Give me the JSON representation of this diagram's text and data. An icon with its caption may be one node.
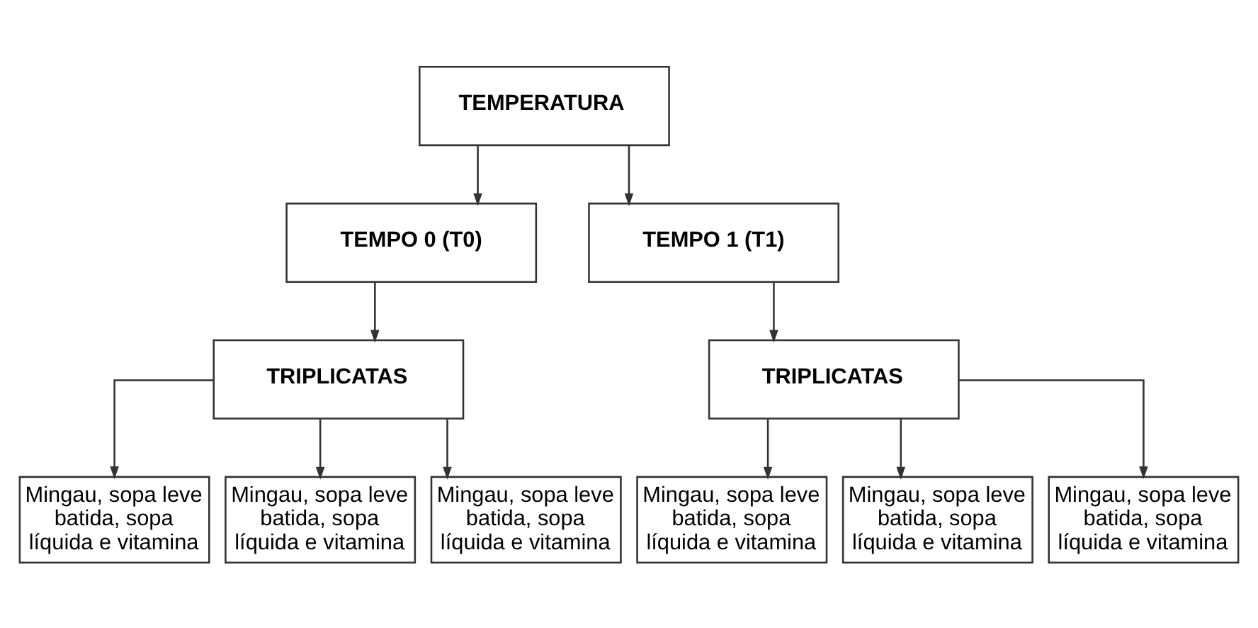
{
  "diagram": {
    "nodes": [
      {
        "text": [
          "TEMPERATURA"
        ]
      },
      {
        "text": [
          "TEMPO 0 (T0)"
        ]
      },
      {
        "text": [
          "TEMPO 1 (T1)"
        ]
      },
      {
        "text": [
          "TRIPLICATAS"
        ]
      },
      {
        "text": [
          "TRIPLICATAS"
        ]
      },
      {
        "text": [
          "Mingau, sopa leve batida, sopa líquida e vitamina"
        ]
      },
      {
        "text": [
          "Mingau, sopa leve batida, sopa líquida e vitamina"
        ]
      },
      {
        "text": [
          "Mingau, sopa leve batida, sopa líquida e vitamina"
        ]
      },
      {
        "text": [
          "Mingau, sopa leve batida, sopa líquida e vitamina"
        ]
      },
      {
        "text": [
          "Mingau, sopa leve batida, sopa líquida e vitamina"
        ]
      },
      {
        "text": [
          "Mingau, sopa leve batida, sopa líquida e vitamina"
        ]
      }
    ],
    "edges": [
      {
        "from": 0,
        "to": 1,
        "arrow": "to"
      },
      {
        "from": 0,
        "to": 2,
        "arrow": "to"
      },
      {
        "from": 1,
        "to": 3,
        "arrow": "to"
      },
      {
        "from": 2,
        "to": 4,
        "arrow": "to"
      },
      {
        "from": 3,
        "to": 5,
        "arrow": "to"
      },
      {
        "from": 3,
        "to": 6,
        "arrow": "to"
      },
      {
        "from": 3,
        "to": 7,
        "arrow": "to"
      },
      {
        "from": 4,
        "to": 8,
        "arrow": "to"
      },
      {
        "from": 4,
        "to": 9,
        "arrow": "to"
      },
      {
        "from": 4,
        "to": 10,
        "arrow": "to"
      }
    ]
  }
}
